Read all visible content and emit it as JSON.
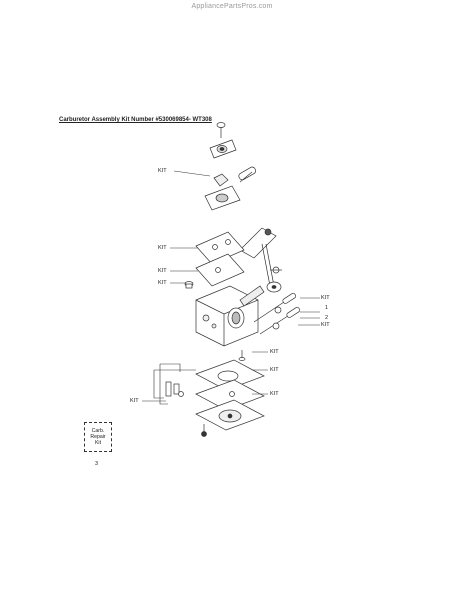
{
  "watermark": "AppliancePartsPros.com",
  "title": "Carburetor Assembly Kit Number #530069854- WT308",
  "callouts": {
    "kit_top": "KIT",
    "kit_gasket_upper": "KIT",
    "kit_gasket_middle": "KIT",
    "kit_needle_valve": "KIT",
    "kit_right_top": "KIT",
    "item_1": "1",
    "item_2": "2",
    "kit_right_lower": "KIT",
    "kit_body_lower": "KIT",
    "kit_diaphragm": "KIT",
    "kit_gasket_lower": "KIT",
    "kit_left_screws": "KIT"
  },
  "repair_kit": {
    "line1": "Carb.",
    "line2": "Repair",
    "line3": "Kit",
    "number": "3"
  }
}
